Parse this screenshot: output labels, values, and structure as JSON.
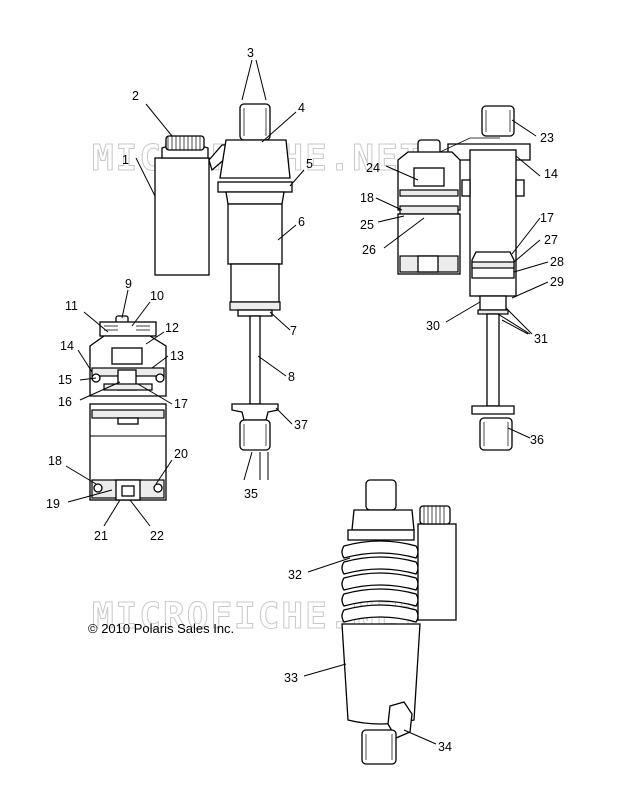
{
  "watermark": {
    "top": "MICROFICHE.NET",
    "bottom": "MICROFICHE.NET"
  },
  "copyright": "© 2010 Polaris Sales Inc.",
  "callouts": [
    {
      "id": "c3",
      "text": "3"
    },
    {
      "id": "c2",
      "text": "2"
    },
    {
      "id": "c4",
      "text": "4"
    },
    {
      "id": "c1",
      "text": "1"
    },
    {
      "id": "c5",
      "text": "5"
    },
    {
      "id": "c6",
      "text": "6"
    },
    {
      "id": "c9",
      "text": "9"
    },
    {
      "id": "c10",
      "text": "10"
    },
    {
      "id": "c11",
      "text": "11"
    },
    {
      "id": "c12",
      "text": "12"
    },
    {
      "id": "c14a",
      "text": "14"
    },
    {
      "id": "c13",
      "text": "13"
    },
    {
      "id": "c15",
      "text": "15"
    },
    {
      "id": "c16",
      "text": "16"
    },
    {
      "id": "c17a",
      "text": "17"
    },
    {
      "id": "c7",
      "text": "7"
    },
    {
      "id": "c8",
      "text": "8"
    },
    {
      "id": "c37",
      "text": "37"
    },
    {
      "id": "c18a",
      "text": "18"
    },
    {
      "id": "c20",
      "text": "20"
    },
    {
      "id": "c19",
      "text": "19"
    },
    {
      "id": "c21",
      "text": "21"
    },
    {
      "id": "c22",
      "text": "22"
    },
    {
      "id": "c35",
      "text": "35"
    },
    {
      "id": "c23",
      "text": "23"
    },
    {
      "id": "c24",
      "text": "24"
    },
    {
      "id": "c14b",
      "text": "14"
    },
    {
      "id": "c18b",
      "text": "18"
    },
    {
      "id": "c25",
      "text": "25"
    },
    {
      "id": "c26",
      "text": "26"
    },
    {
      "id": "c17b",
      "text": "17"
    },
    {
      "id": "c27",
      "text": "27"
    },
    {
      "id": "c28",
      "text": "28"
    },
    {
      "id": "c29",
      "text": "29"
    },
    {
      "id": "c30",
      "text": "30"
    },
    {
      "id": "c31",
      "text": "31"
    },
    {
      "id": "c36",
      "text": "36"
    },
    {
      "id": "c32",
      "text": "32"
    },
    {
      "id": "c33",
      "text": "33"
    },
    {
      "id": "c34",
      "text": "34"
    }
  ]
}
